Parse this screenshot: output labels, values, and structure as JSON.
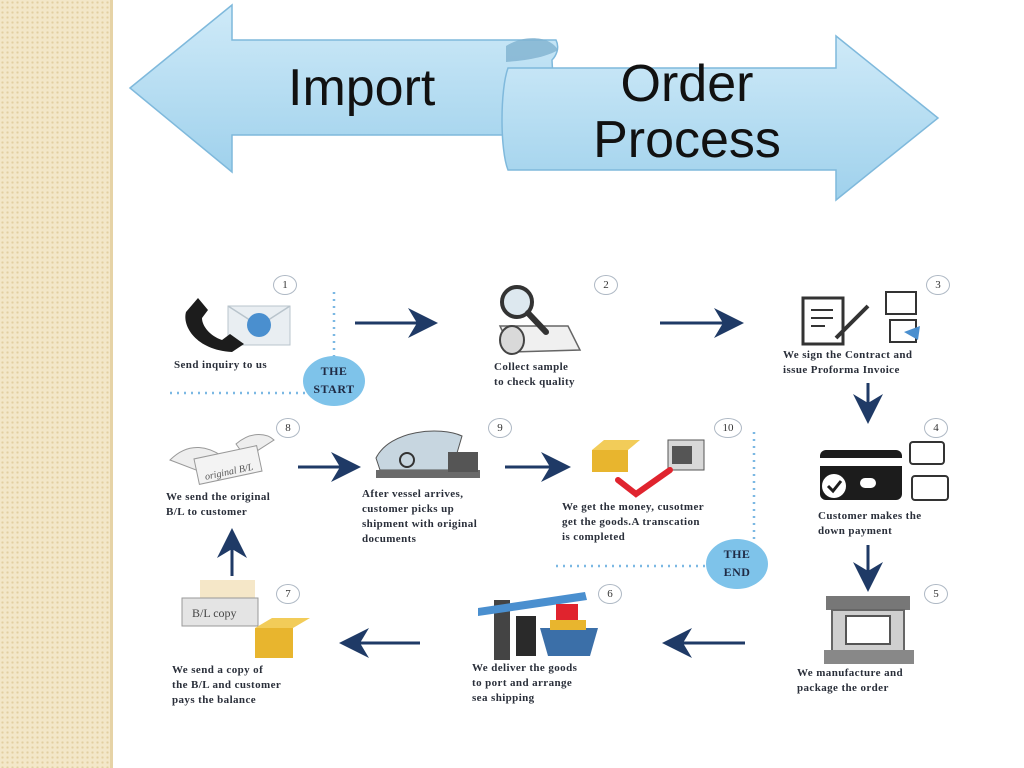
{
  "title": {
    "left": "Import",
    "right_line1": "Order",
    "right_line2": "Process"
  },
  "colors": {
    "arrow_banner": "#a7d6ee",
    "flow_arrow": "#1f3a66",
    "badge": "#7ec3ea",
    "dotted": "#7bb8e3",
    "check": "#e0242e"
  },
  "steps": [
    {
      "num": "1",
      "caption": "Send inquiry to us",
      "icon": "phone-envelope-icon"
    },
    {
      "num": "2",
      "caption": "Collect sample\nto check quality",
      "icon": "magnifier-icon"
    },
    {
      "num": "3",
      "caption": "We sign the Contract and\nissue Proforma Invoice",
      "icon": "contract-icon"
    },
    {
      "num": "4",
      "caption": "Customer makes the\ndown payment",
      "icon": "card-payment-icon"
    },
    {
      "num": "5",
      "caption": "We manufacture and\npackage the order",
      "icon": "machine-icon"
    },
    {
      "num": "6",
      "caption": "We deliver the goods\nto port and arrange\nsea shipping",
      "icon": "crane-ship-icon"
    },
    {
      "num": "7",
      "caption": "We send a copy of\nthe B/L and customer\npays the balance",
      "icon": "bl-copy-icon"
    },
    {
      "num": "8",
      "caption": "We send the original\nB/L to customer",
      "icon": "bl-original-icon"
    },
    {
      "num": "9",
      "caption": "After vessel arrives,\ncustomer picks up\nshipment with original\ndocuments",
      "icon": "vessel-icon"
    },
    {
      "num": "10",
      "caption": "We get the money, cusotmer\nget the goods.A transcation\nis completed",
      "icon": "check-goods-icon"
    }
  ],
  "badges": {
    "start_line1": "THE",
    "start_line2": "START",
    "end_line1": "THE",
    "end_line2": "END"
  },
  "icon_labels": {
    "bl_copy": "B/L copy",
    "bl_original": "original B/L"
  }
}
